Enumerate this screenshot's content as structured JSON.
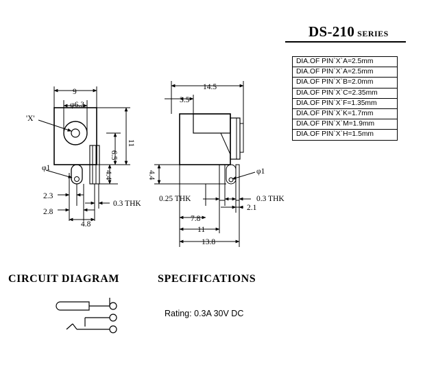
{
  "title": {
    "main": "DS-210",
    "sub": "SERIES"
  },
  "spec_table": [
    "DIA.OF PIN`X`A=2.5mm",
    "DIA.OF PIN`X`A=2.5mm",
    "DIA.OF PIN`X`B=2.0mm",
    "DIA.OF PIN`X`C=2.35mm",
    "DIA.OF PIN`X`F=1.35mm",
    "DIA.OF PIN`X`K=1.7mm",
    "DIA.OF PIN`X`M=1.9mm",
    "DIA.OF PIN`X`H=1.5mm"
  ],
  "front_view": {
    "width": "9",
    "hole": "φ6.3",
    "pin_marker": "'X'",
    "height": "11",
    "center_height": "6.5",
    "pin_length": "4.4",
    "pin_dia": "φ1",
    "offset_a": "2.3",
    "offset_b": "2.8",
    "spacing": "4.8",
    "thickness": "0.3 THK"
  },
  "side_view": {
    "length": "14.5",
    "front_len": "3.5",
    "pin_length": "4.4",
    "pin_dia": "φ1",
    "thk_left": "0.25 THK",
    "thk_right": "0.3 THK",
    "pos_a": "7.8",
    "pos_b": "11",
    "pos_c": "2.1",
    "overall": "13.8"
  },
  "circuit": {
    "heading": "CIRCUIT  DIAGRAM"
  },
  "specifications": {
    "heading": "SPECIFICATIONS",
    "rating": "Rating: 0.3A 30V DC"
  }
}
